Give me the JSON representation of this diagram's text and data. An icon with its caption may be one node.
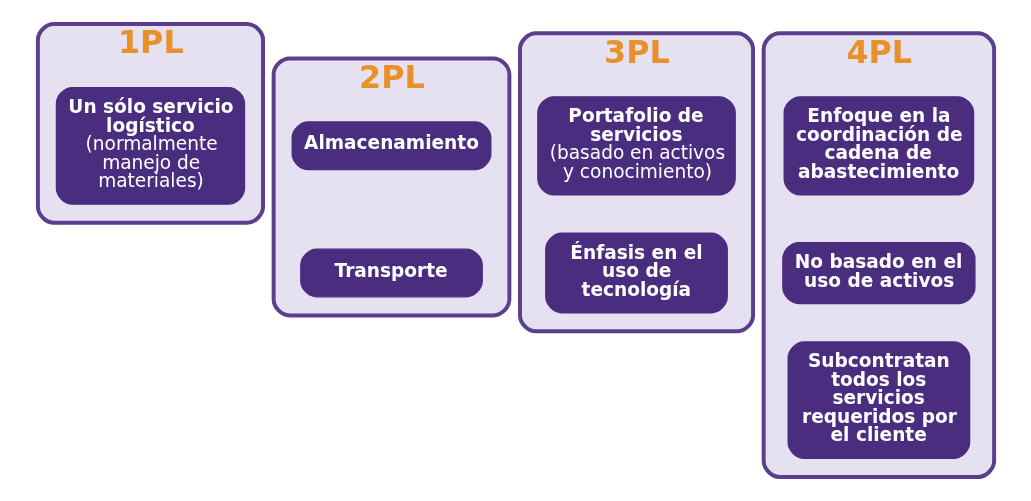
{
  "diagram": {
    "nodes": [
      {
        "text": [
          "1PL"
        ]
      },
      {
        "text": [
          "Un sólo servicio logístico",
          "(normalmente manejo de materiales)"
        ],
        "in": 0
      },
      {
        "text": [
          "2PL"
        ]
      },
      {
        "text": [
          "Almacenamiento"
        ],
        "in": 2
      },
      {
        "text": [
          "Transporte"
        ],
        "in": 2
      },
      {
        "text": [
          "3PL"
        ]
      },
      {
        "text": [
          "Portafolio de servicios",
          "(basado en activos y conocimiento)"
        ],
        "in": 5
      },
      {
        "text": [
          "Énfasis en el uso de tecnología"
        ],
        "in": 5
      },
      {
        "text": [
          "4PL"
        ]
      },
      {
        "text": [
          "Enfoque en la coordinación de cadena de abastecimiento"
        ],
        "in": 8
      },
      {
        "text": [
          "No basado en el uso de activos"
        ],
        "in": 8
      },
      {
        "text": [
          "Subcontratan todos los servicios requeridos por el cliente"
        ],
        "in": 8
      }
    ],
    "edges": []
  }
}
